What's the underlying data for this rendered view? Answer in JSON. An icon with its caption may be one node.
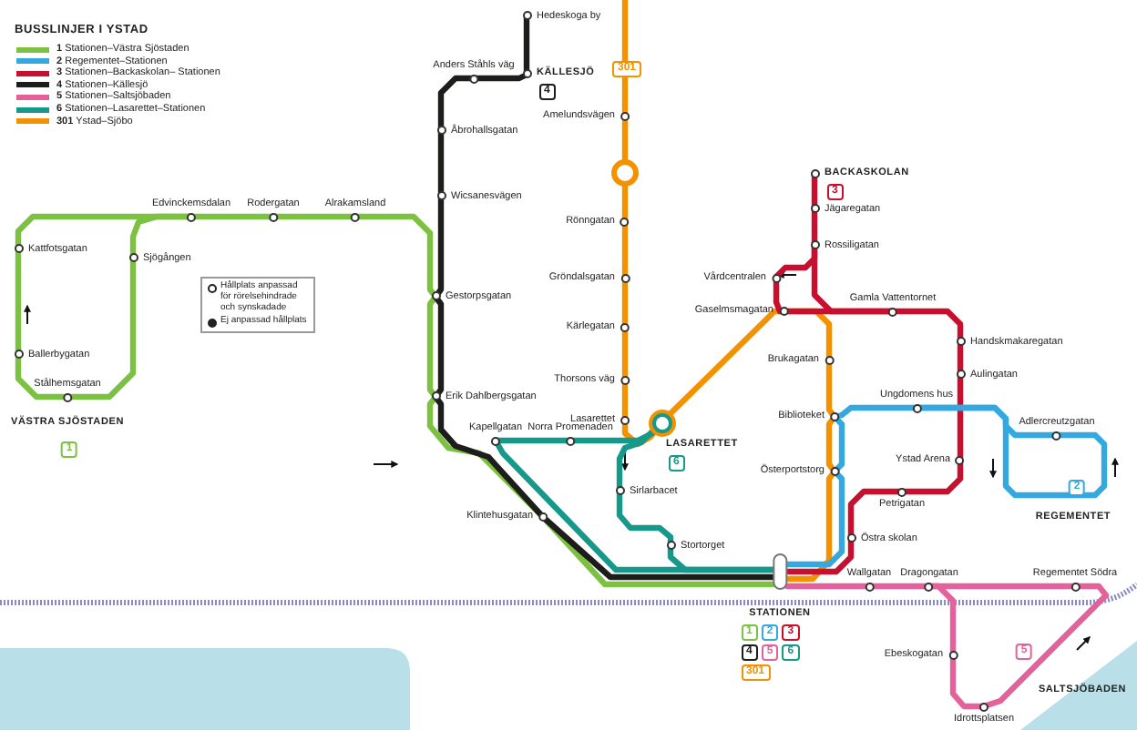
{
  "diagram": {
    "title": "BUSSLINJER I YSTAD",
    "nodes": [
      {
        "text": [
          "STATIONEN"
        ],
        "beside": [
          "1",
          "2",
          "3",
          "4",
          "5",
          "6",
          "301"
        ]
      },
      {
        "text": [
          "Erik Dahlbergsgatan"
        ]
      },
      {
        "text": [
          "Gestorpsgatan"
        ]
      },
      {
        "text": [
          "Klintehusgatan"
        ]
      },
      {
        "text": [
          "Alrakamsland"
        ]
      },
      {
        "text": [
          "Rodergatan"
        ]
      },
      {
        "text": [
          "Edvinckemsdalan"
        ]
      },
      {
        "text": [
          "Sjögången"
        ]
      },
      {
        "text": [
          "Stålhemsgatan"
        ]
      },
      {
        "text": [
          "Ballerbygatan"
        ]
      },
      {
        "text": [
          "Kattfotsgatan"
        ]
      },
      {
        "text": [
          "Wicsanesvägen"
        ]
      },
      {
        "text": [
          "Åbrohallsgatan"
        ]
      },
      {
        "text": [
          "Anders Ståhls väg"
        ]
      },
      {
        "text": [
          "KÄLLESJÖ"
        ],
        "beside": [
          "4"
        ]
      },
      {
        "text": [
          "Hedeskoga by"
        ]
      },
      {
        "text": [
          "Amelundsvägen"
        ]
      },
      {
        "text": [],
        "shape": "circle"
      },
      {
        "text": [
          "Rönngatan"
        ]
      },
      {
        "text": [
          "Gröndalsgatan"
        ]
      },
      {
        "text": [
          "Kärlegatan"
        ]
      },
      {
        "text": [
          "Thorsons väg"
        ]
      },
      {
        "text": [
          "Lasarettet"
        ]
      },
      {
        "text": [
          "LASARETTET"
        ],
        "beside": [
          "6"
        ]
      },
      {
        "text": [
          "Gaselmsmagatan"
        ]
      },
      {
        "text": [
          "Brukagatan"
        ]
      },
      {
        "text": [
          "Biblioteket"
        ]
      },
      {
        "text": [
          "Österportstorg"
        ]
      },
      {
        "text": [
          "Kapellgatan"
        ]
      },
      {
        "text": [
          "Norra Promenaden"
        ]
      },
      {
        "text": [
          "Sirlarbacet"
        ]
      },
      {
        "text": [
          "Stortorget"
        ]
      },
      {
        "text": [
          "BACKASKOLAN"
        ],
        "beside": [
          "3"
        ]
      },
      {
        "text": [
          "Jägaregatan"
        ]
      },
      {
        "text": [
          "Rossiligatan"
        ]
      },
      {
        "text": [
          "Vårdcentralen"
        ]
      },
      {
        "text": [
          "Gamla Vattentornet"
        ]
      },
      {
        "text": [
          "Handskmakaregatan"
        ]
      },
      {
        "text": [
          "Aulingatan"
        ]
      },
      {
        "text": [
          "Ystad Arena"
        ]
      },
      {
        "text": [
          "Petrigatan"
        ]
      },
      {
        "text": [
          "Östra skolan"
        ]
      },
      {
        "text": [
          "Ungdomens hus"
        ]
      },
      {
        "text": [
          "Adlercreutzgatan"
        ]
      },
      {
        "text": [
          "Wallgatan"
        ]
      },
      {
        "text": [
          "Dragongatan"
        ]
      },
      {
        "text": [
          "Regementet Södra"
        ]
      },
      {
        "text": [
          "Idrottsplatsen"
        ]
      },
      {
        "text": [
          "Ebeskogatan"
        ]
      }
    ],
    "edges": [
      {
        "from": 0,
        "to": 3,
        "arrow": "none",
        "color": "#7cc142"
      },
      {
        "from": 3,
        "to": 1,
        "arrow": "none",
        "color": "#7cc142"
      },
      {
        "from": 1,
        "to": 2,
        "arrow": "none",
        "color": "#7cc142"
      },
      {
        "from": 2,
        "to": 4,
        "arrow": "none",
        "color": "#7cc142"
      },
      {
        "from": 4,
        "to": 5,
        "arrow": "none",
        "color": "#7cc142"
      },
      {
        "from": 5,
        "to": 6,
        "arrow": "none",
        "color": "#7cc142"
      },
      {
        "from": 6,
        "to": 7,
        "arrow": "none",
        "color": "#7cc142"
      },
      {
        "from": 7,
        "to": 8,
        "arrow": "none",
        "color": "#7cc142"
      },
      {
        "from": 8,
        "to": 9,
        "arrow": "none",
        "color": "#7cc142"
      },
      {
        "from": 9,
        "to": 10,
        "arrow": "none",
        "color": "#7cc142"
      },
      {
        "from": 10,
        "to": 6,
        "arrow": "none",
        "color": "#7cc142"
      },
      {
        "from": 0,
        "to": 3,
        "arrow": "none",
        "color": "#1d1d1b"
      },
      {
        "from": 3,
        "to": 1,
        "arrow": "none",
        "color": "#1d1d1b"
      },
      {
        "from": 1,
        "to": 2,
        "arrow": "none",
        "color": "#1d1d1b"
      },
      {
        "from": 2,
        "to": 11,
        "arrow": "none",
        "color": "#1d1d1b"
      },
      {
        "from": 11,
        "to": 12,
        "arrow": "none",
        "color": "#1d1d1b"
      },
      {
        "from": 12,
        "to": 13,
        "arrow": "none",
        "color": "#1d1d1b"
      },
      {
        "from": 13,
        "to": 14,
        "arrow": "none",
        "color": "#1d1d1b"
      },
      {
        "from": 14,
        "to": 15,
        "arrow": "none",
        "color": "#1d1d1b"
      },
      {
        "from": null,
        "to": 16,
        "arrow": "none",
        "color": "#f39200"
      },
      {
        "from": 16,
        "to": 17,
        "arrow": "none",
        "color": "#f39200"
      },
      {
        "from": 17,
        "to": 18,
        "arrow": "none",
        "color": "#f39200"
      },
      {
        "from": 18,
        "to": 19,
        "arrow": "none",
        "color": "#f39200"
      },
      {
        "from": 19,
        "to": 20,
        "arrow": "none",
        "color": "#f39200"
      },
      {
        "from": 20,
        "to": 21,
        "arrow": "none",
        "color": "#f39200"
      },
      {
        "from": 21,
        "to": 22,
        "arrow": "none",
        "color": "#f39200"
      },
      {
        "from": 22,
        "to": 23,
        "arrow": "none",
        "color": "#f39200"
      },
      {
        "from": 23,
        "to": 24,
        "arrow": "none",
        "color": "#f39200"
      },
      {
        "from": 24,
        "to": 25,
        "arrow": "none",
        "color": "#f39200"
      },
      {
        "from": 25,
        "to": 26,
        "arrow": "none",
        "color": "#f39200"
      },
      {
        "from": 26,
        "to": 27,
        "arrow": "none",
        "color": "#f39200"
      },
      {
        "from": 27,
        "to": 0,
        "arrow": "none",
        "color": "#f39200"
      },
      {
        "from": 0,
        "to": 28,
        "arrow": "none",
        "color": "#16998a"
      },
      {
        "from": 28,
        "to": 29,
        "arrow": "none",
        "color": "#16998a"
      },
      {
        "from": 29,
        "to": 23,
        "arrow": "none",
        "color": "#16998a"
      },
      {
        "from": 23,
        "to": 30,
        "arrow": "none",
        "color": "#16998a"
      },
      {
        "from": 30,
        "to": 31,
        "arrow": "none",
        "color": "#16998a"
      },
      {
        "from": 31,
        "to": 0,
        "arrow": "none",
        "color": "#16998a"
      },
      {
        "from": 0,
        "to": 41,
        "arrow": "none",
        "color": "#c8102e"
      },
      {
        "from": 41,
        "to": 40,
        "arrow": "none",
        "color": "#c8102e"
      },
      {
        "from": 40,
        "to": 39,
        "arrow": "none",
        "color": "#c8102e"
      },
      {
        "from": 39,
        "to": 38,
        "arrow": "none",
        "color": "#c8102e"
      },
      {
        "from": 38,
        "to": 37,
        "arrow": "none",
        "color": "#c8102e"
      },
      {
        "from": 37,
        "to": 36,
        "arrow": "none",
        "color": "#c8102e"
      },
      {
        "from": 36,
        "to": 34,
        "arrow": "none",
        "color": "#c8102e"
      },
      {
        "from": 34,
        "to": 33,
        "arrow": "none",
        "color": "#c8102e"
      },
      {
        "from": 33,
        "to": 32,
        "arrow": "none",
        "color": "#c8102e"
      },
      {
        "from": 34,
        "to": 35,
        "arrow": "none",
        "color": "#c8102e"
      },
      {
        "from": 35,
        "to": 24,
        "arrow": "none",
        "color": "#c8102e"
      },
      {
        "from": 24,
        "to": 36,
        "arrow": "none",
        "color": "#c8102e"
      },
      {
        "from": 0,
        "to": 27,
        "arrow": "none",
        "color": "#35a8e0"
      },
      {
        "from": 27,
        "to": 26,
        "arrow": "none",
        "color": "#35a8e0"
      },
      {
        "from": 26,
        "to": 42,
        "arrow": "none",
        "color": "#35a8e0"
      },
      {
        "from": 42,
        "to": 43,
        "arrow": "none",
        "color": "#35a8e0"
      },
      {
        "from": 43,
        "to": 42,
        "arrow": "none",
        "color": "#35a8e0"
      },
      {
        "from": 0,
        "to": 44,
        "arrow": "none",
        "color": "#e3629b"
      },
      {
        "from": 44,
        "to": 45,
        "arrow": "none",
        "color": "#e3629b"
      },
      {
        "from": 45,
        "to": 46,
        "arrow": "none",
        "color": "#e3629b"
      },
      {
        "from": 46,
        "to": 47,
        "arrow": "none",
        "color": "#e3629b"
      },
      {
        "from": 47,
        "to": 48,
        "arrow": "none",
        "color": "#e3629b"
      },
      {
        "from": 48,
        "to": 45,
        "arrow": "none",
        "color": "#e3629b"
      }
    ],
    "labels": [
      "301",
      "Hållplats anpassad för rörelsehindrade och synskadade",
      "Ej anpassad hållplats",
      "VÄSTRA SJÖSTADEN",
      "1",
      "REGEMENTET",
      "2",
      "5",
      "SALTSJÖBADEN"
    ],
    "legend": [
      {
        "text": "**1** Stationen–Västra Sjöstaden",
        "color": "#7cc142"
      },
      {
        "text": "**2** Regementet–Stationen",
        "color": "#35a8e0"
      },
      {
        "text": "**3** Stationen–Backaskolan– Stationen",
        "color": "#c8102e"
      },
      {
        "text": "**4** Stationen–Källesjö",
        "color": "#1d1d1b"
      },
      {
        "text": "**5** Stationen–Saltsjöbaden",
        "color": "#e3629b"
      },
      {
        "text": "**6** Stationen–Lasarettet–Stationen",
        "color": "#16998a"
      },
      {
        "text": "**301** Ystad–Sjöbo",
        "color": "#f39200"
      }
    ]
  }
}
